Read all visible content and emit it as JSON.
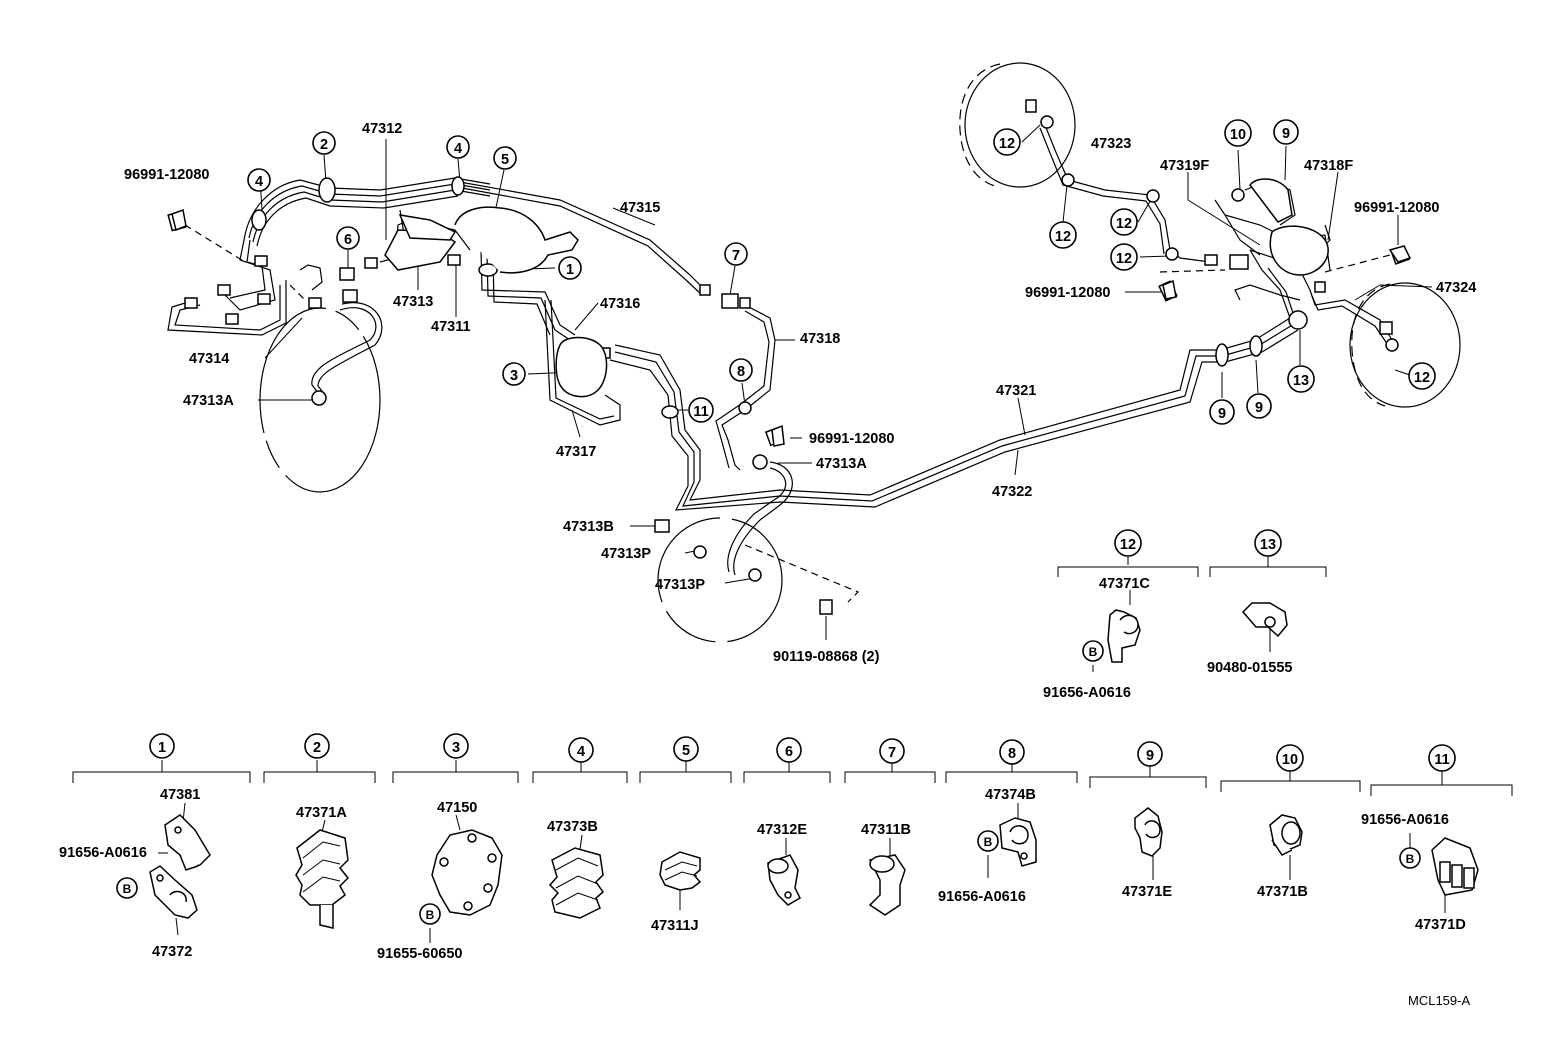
{
  "refs": {
    "r1": "1",
    "r2": "2",
    "r3": "3",
    "r4": "4",
    "r5": "5",
    "r6": "6",
    "r7": "7",
    "r8": "8",
    "r9": "9",
    "r10": "10",
    "r11": "11",
    "r12": "12",
    "r13": "13",
    "b": "B"
  },
  "parts": {
    "p96991": "96991-12080",
    "p47312": "47312",
    "p47313": "47313",
    "p47311": "47311",
    "p47314": "47314",
    "p47313A": "47313A",
    "p47315": "47315",
    "p47316": "47316",
    "p47317": "47317",
    "p47318": "47318",
    "p47313B": "47313B",
    "p47313P": "47313P",
    "p90119": "90119-08868 (2)",
    "p47321": "47321",
    "p47322": "47322",
    "p47323": "47323",
    "p47319F": "47319F",
    "p47318F": "47318F",
    "p47324": "47324",
    "p47371C": "47371C",
    "p91656": "91656-A0616",
    "p90480": "90480-01555",
    "p47381": "47381",
    "p47372": "47372",
    "p47371A": "47371A",
    "p47150": "47150",
    "p91655": "91655-60650",
    "p47373B": "47373B",
    "p47311J": "47311J",
    "p47312E": "47312E",
    "p47311B": "47311B",
    "p47374B": "47374B",
    "p47371E": "47371E",
    "p47371B": "47371B",
    "p47371D": "47371D"
  },
  "diagram_code": "MCL159-A"
}
